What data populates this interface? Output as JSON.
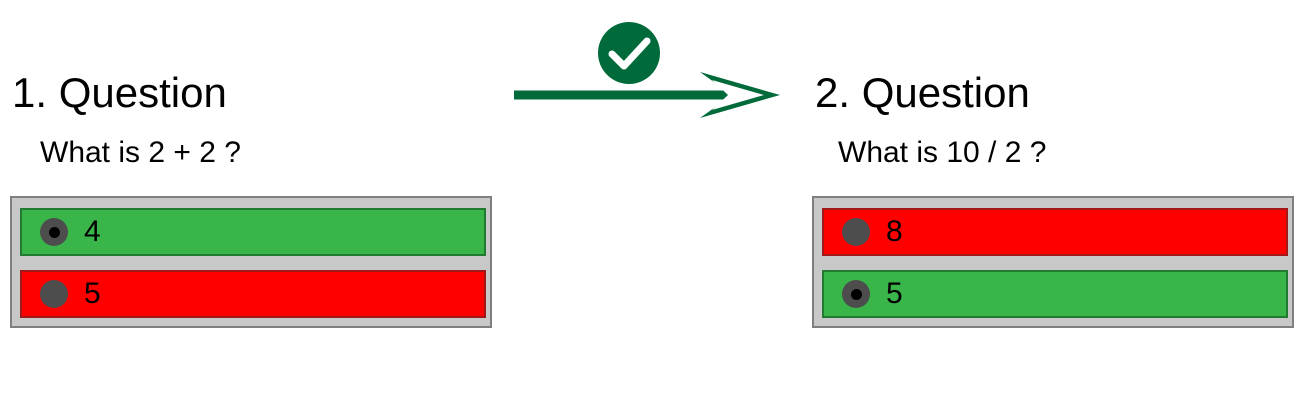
{
  "q1": {
    "title": "1. Question",
    "text": "What is 2 + 2 ?",
    "options": [
      {
        "label": "4",
        "selected": true,
        "status": "correct"
      },
      {
        "label": "5",
        "selected": false,
        "status": "wrong"
      }
    ]
  },
  "q2": {
    "title": "2. Question",
    "text": "What is 10 / 2 ?",
    "options": [
      {
        "label": "8",
        "selected": false,
        "status": "wrong"
      },
      {
        "label": "5",
        "selected": true,
        "status": "correct"
      }
    ]
  },
  "transition": {
    "icon": "check-circle-icon",
    "arrow_color": "#006a3a"
  },
  "colors": {
    "correct": "#3ab54a",
    "wrong": "#ff0000",
    "panel": "#c8c8c8",
    "radio": "#4d4d4d"
  }
}
